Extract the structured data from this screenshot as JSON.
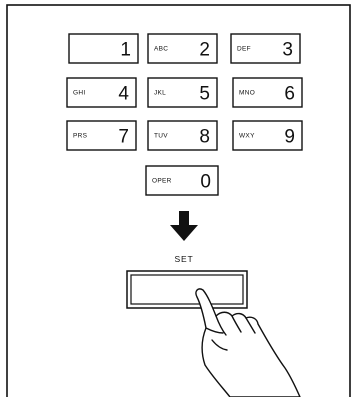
{
  "keypad": {
    "keys": [
      {
        "id": "1",
        "digit": "1",
        "letters": ""
      },
      {
        "id": "2",
        "digit": "2",
        "letters": "ABC"
      },
      {
        "id": "3",
        "digit": "3",
        "letters": "DEF"
      },
      {
        "id": "4",
        "digit": "4",
        "letters": "GHI"
      },
      {
        "id": "5",
        "digit": "5",
        "letters": "JKL"
      },
      {
        "id": "6",
        "digit": "6",
        "letters": "MNO"
      },
      {
        "id": "7",
        "digit": "7",
        "letters": "PRS"
      },
      {
        "id": "8",
        "digit": "8",
        "letters": "TUV"
      },
      {
        "id": "9",
        "digit": "9",
        "letters": "WXY"
      },
      {
        "id": "0",
        "digit": "0",
        "letters": "OPER"
      }
    ]
  },
  "set_label": "SET",
  "icons": {
    "arrow": "arrow-down-icon",
    "hand": "pointing-hand-icon"
  }
}
